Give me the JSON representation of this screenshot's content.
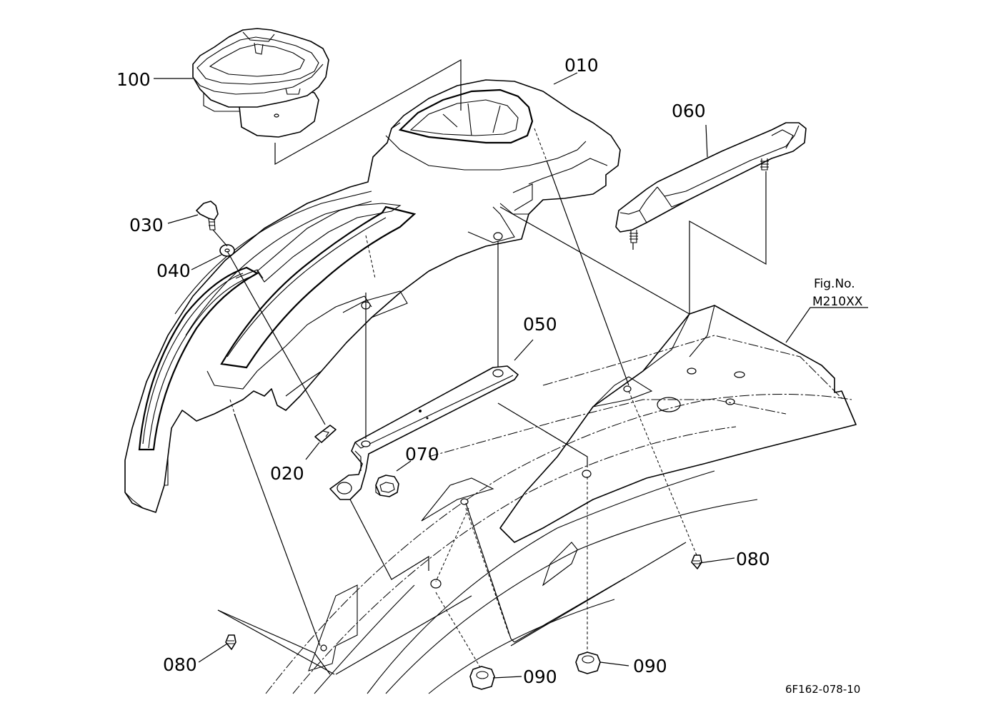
{
  "callouts": {
    "p010": "010",
    "p020": "020",
    "p030": "030",
    "p040": "040",
    "p050": "050",
    "p060": "060",
    "p070": "070",
    "p080a": "080",
    "p080b": "080",
    "p090a": "090",
    "p090b": "090",
    "p100": "100"
  },
  "figure_ref": {
    "line1": "Fig.No.",
    "line2": "M210XX"
  },
  "drawing_code": "6F162-078-10"
}
